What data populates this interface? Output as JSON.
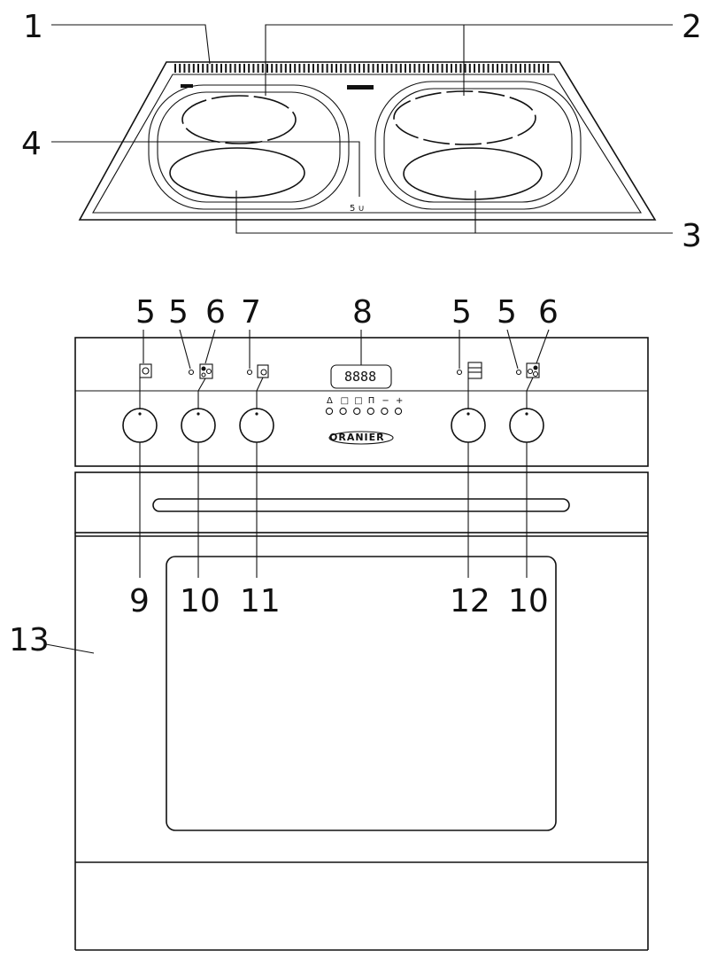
{
  "callouts": [
    {
      "id": "c1",
      "text": "1"
    },
    {
      "id": "c2",
      "text": "2"
    },
    {
      "id": "c3",
      "text": "3"
    },
    {
      "id": "c4",
      "text": "4"
    },
    {
      "id": "c5a",
      "text": "5"
    },
    {
      "id": "c5b",
      "text": "5"
    },
    {
      "id": "c6a",
      "text": "6"
    },
    {
      "id": "c7",
      "text": "7"
    },
    {
      "id": "c8",
      "text": "8"
    },
    {
      "id": "c5c",
      "text": "5"
    },
    {
      "id": "c5d",
      "text": "5"
    },
    {
      "id": "c6b",
      "text": "6"
    },
    {
      "id": "c9",
      "text": "9"
    },
    {
      "id": "c10a",
      "text": "10"
    },
    {
      "id": "c11",
      "text": "11"
    },
    {
      "id": "c12",
      "text": "12"
    },
    {
      "id": "c10b",
      "text": "10"
    },
    {
      "id": "c13",
      "text": "13"
    }
  ],
  "panel": {
    "brand": "ORANIER",
    "display_text": "8888",
    "button_symbols": [
      "Δ",
      "□",
      "□",
      "Π",
      "−",
      "+"
    ]
  },
  "colors": {
    "line": "#111111",
    "background": "#ffffff"
  }
}
